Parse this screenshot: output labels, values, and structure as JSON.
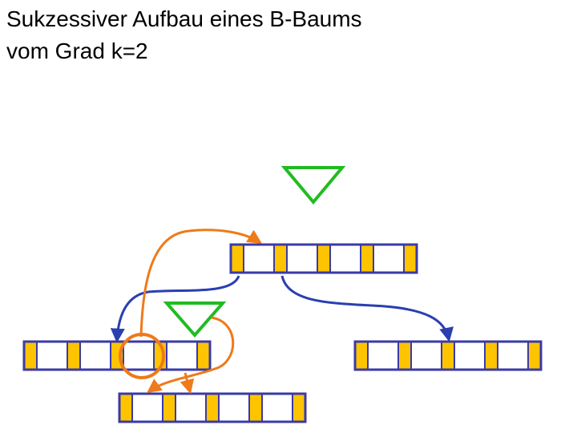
{
  "slide": {
    "title_line1": "Sukzessiver Aufbau eines B-Baums",
    "title_line2": "vom Grad k=2"
  },
  "colors": {
    "node_border": "#3a3aa8",
    "pointer_slot": "#ffc400",
    "key_slot": "#ffffff",
    "triangle": "#22bb22",
    "arrow_orange": "#ee7a1a",
    "arrow_blue": "#2a3fb0",
    "highlight_circle": "#ee7a1a"
  },
  "nodes": [
    {
      "name": "root-node",
      "keys": 4
    },
    {
      "name": "left-child-node",
      "keys": 4
    },
    {
      "name": "right-child-node",
      "keys": 4
    },
    {
      "name": "new-lower-node",
      "keys": 4
    }
  ]
}
